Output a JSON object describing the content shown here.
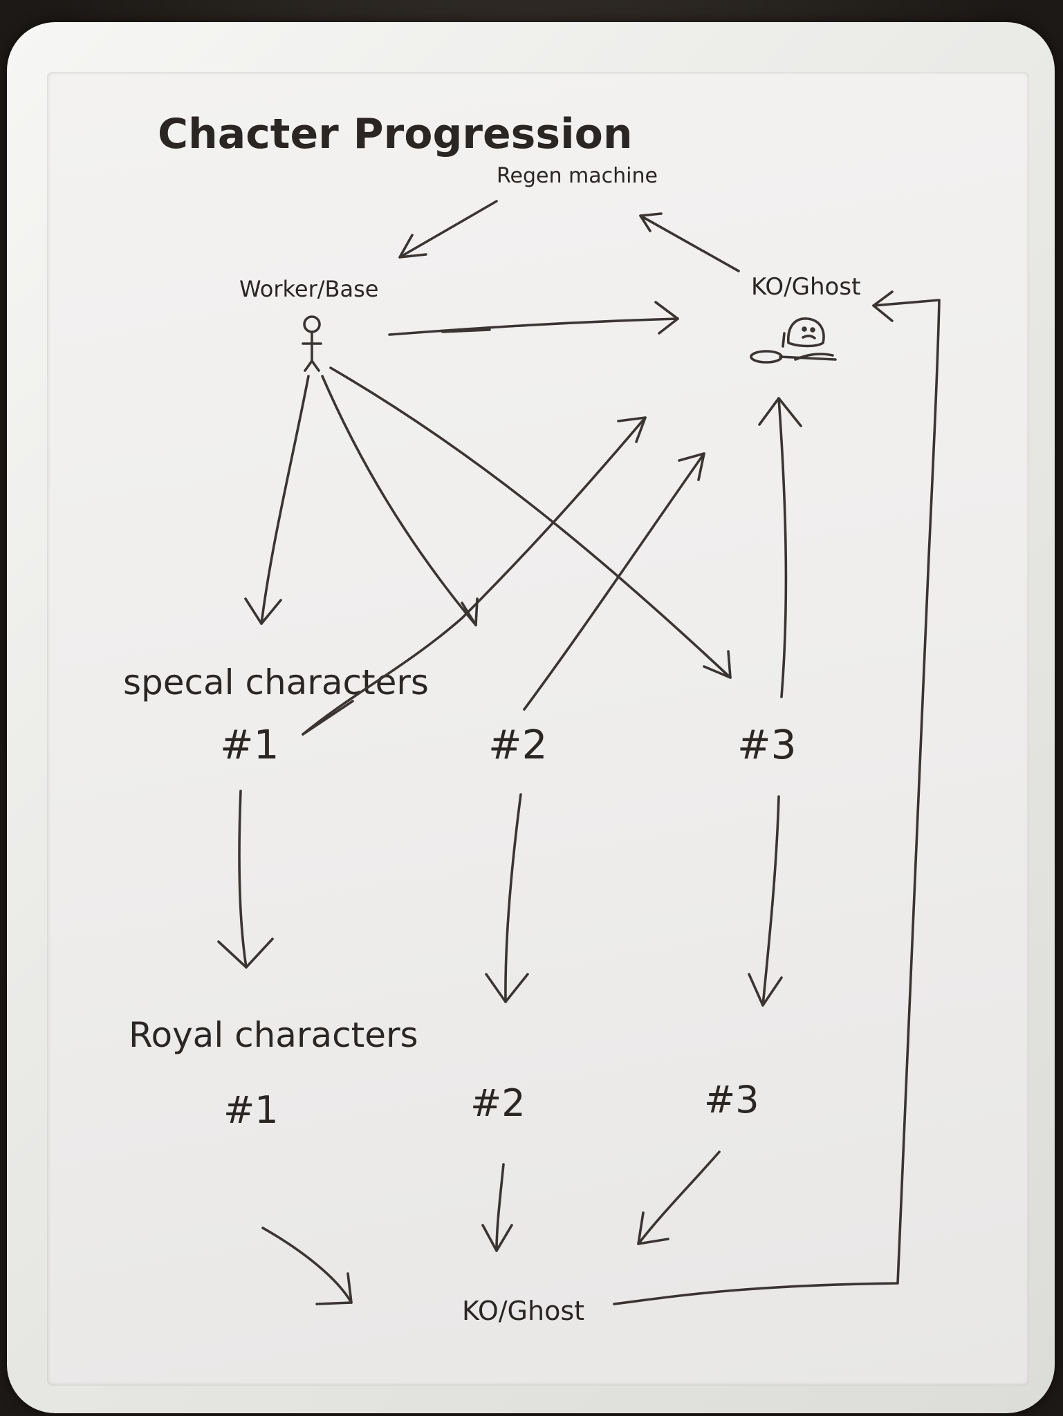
{
  "title": "Chacter Progression",
  "nodes": {
    "regen_machine": "Regen machine",
    "worker_base": "Worker/Base",
    "ko_ghost_top": "KO/Ghost",
    "special_characters": "specal characters",
    "special_1": "#1",
    "special_2": "#2",
    "special_3": "#3",
    "royal_characters": "Royal characters",
    "royal_1": "#1",
    "royal_2": "#2",
    "royal_3": "#3",
    "ko_ghost_bottom": "KO/Ghost"
  },
  "edges": [
    {
      "from": "regen_machine",
      "to": "worker_base"
    },
    {
      "from": "ko_ghost_top",
      "to": "regen_machine"
    },
    {
      "from": "worker_base",
      "to": "ko_ghost_top"
    },
    {
      "from": "worker_base",
      "to": "special_1"
    },
    {
      "from": "worker_base",
      "to": "special_2"
    },
    {
      "from": "worker_base",
      "to": "special_3"
    },
    {
      "from": "special_1",
      "to": "ko_ghost_top"
    },
    {
      "from": "special_2",
      "to": "ko_ghost_top"
    },
    {
      "from": "special_3",
      "to": "ko_ghost_top"
    },
    {
      "from": "special_1",
      "to": "royal_1"
    },
    {
      "from": "special_2",
      "to": "royal_2"
    },
    {
      "from": "special_3",
      "to": "royal_3"
    },
    {
      "from": "royal_1",
      "to": "ko_ghost_bottom"
    },
    {
      "from": "royal_2",
      "to": "ko_ghost_bottom"
    },
    {
      "from": "royal_3",
      "to": "ko_ghost_bottom"
    },
    {
      "from": "ko_ghost_bottom",
      "to": "ko_ghost_top"
    }
  ],
  "colors": {
    "ink": "#3a3533",
    "board": "#efeeed",
    "frame": "#e9e9e6"
  }
}
